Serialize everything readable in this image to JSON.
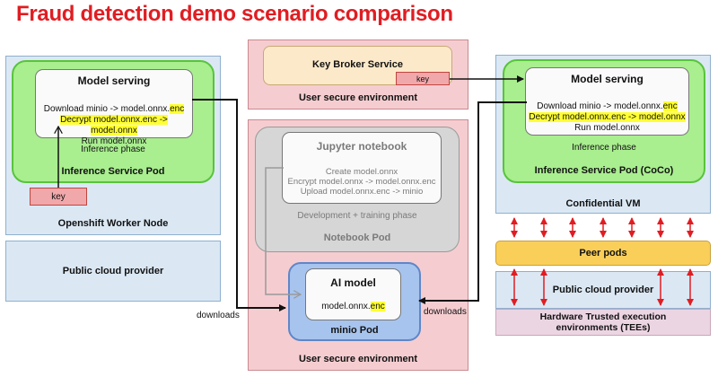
{
  "title": "Fraud detection demo scenario comparison",
  "left": {
    "model_serving_title": "Model serving",
    "model_serving_line1": "Download minio -> model.onnx.",
    "model_serving_line1_hl": "enc",
    "model_serving_line2_hl": "Decrypt model.onnx.enc -> model.onnx",
    "model_serving_line3": "Run model.onnx",
    "inference_phase": "Inference phase",
    "inference_pod": "Inference Service Pod",
    "key": "key",
    "worker_node": "Openshift Worker Node",
    "cloud_provider": "Public cloud provider"
  },
  "middle": {
    "kbs": "Key Broker Service",
    "kbs_key": "key",
    "top_env": "User secure environment",
    "jupyter": "Jupyter notebook",
    "jupyter_line1": "Create model.onnx",
    "jupyter_line2": "Encrypt model.onnx -> model.onnx.enc",
    "jupyter_line3": "Upload model.onnx.enc -> minio",
    "dev_phase": "Development + training phase",
    "notebook_pod": "Notebook Pod",
    "ai_model": "AI model",
    "ai_model_file": "model.onnx.",
    "ai_model_file_hl": "enc",
    "minio_pod": "minio Pod",
    "bottom_env": "User secure environment"
  },
  "right": {
    "model_serving_title": "Model serving",
    "model_serving_line1": "Download minio -> model.onnx.",
    "model_serving_line1_hl": "enc",
    "model_serving_line2_hl": "Decrypt model.onnx.enc -> model.onnx",
    "model_serving_line3": "Run model.onnx",
    "inference_phase": "Inference phase",
    "inference_pod": "Inference Service Pod (CoCo)",
    "confidential_vm": "Confidential VM",
    "peer_pods": "Peer pods",
    "cloud_provider": "Public cloud provider",
    "tee_line1": "Hardware Trusted execution",
    "tee_line2": "environments (TEEs)"
  },
  "labels": {
    "downloads_left": "downloads",
    "downloads_right": "downloads"
  },
  "colors": {
    "title_red": "#e01d22",
    "green_pod": "#a9ee8f",
    "blue_node": "#dbe8f4",
    "pink_env": "#f5cdd0",
    "peer_pods_yellow": "#f9cf5a",
    "minio_blue": "#a7c4ee",
    "highlight": "#ffff33",
    "arrow_red": "#e01d22"
  }
}
